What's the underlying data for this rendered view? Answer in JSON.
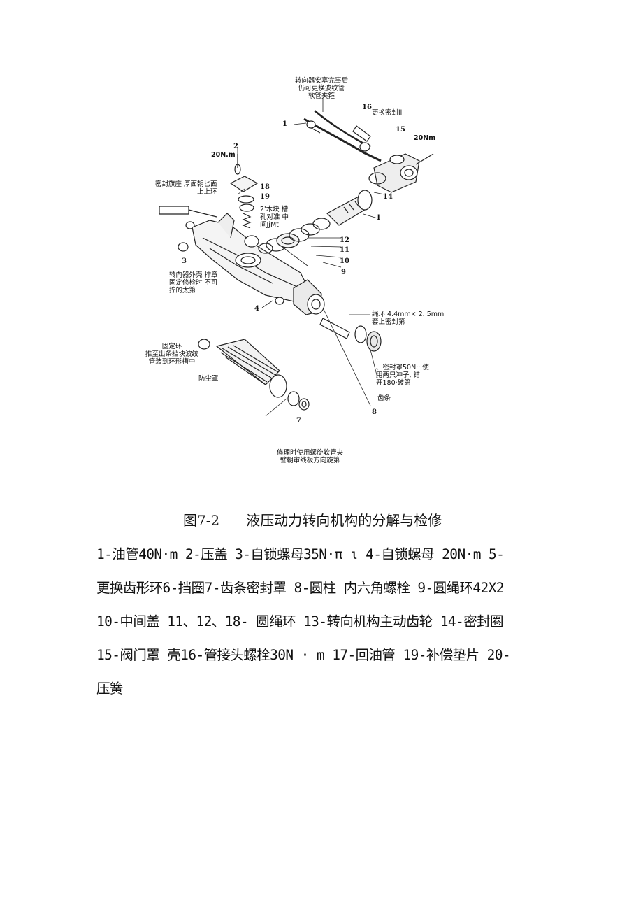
{
  "figure": {
    "annotations": {
      "top_note": [
        "转向器安塞完事后",
        "仍可更换波纹管",
        "软管夹箍"
      ],
      "replace_seal": "更换密封lli",
      "torque_20nm_right": "20Nm",
      "torque_20nm_left": "20N.m",
      "seal_seat": [
        "密封旗座 厚面朝匕面",
        "上上环"
      ],
      "wood_block": [
        "2'木块 槽",
        "孔对准 中",
        "间JjMt"
      ],
      "housing_note": [
        "转向器外壳 拧章",
        "固定修检时 不可",
        "拧的太第"
      ],
      "o_ring_note": [
        "绳环 4.4mm× 2. 5mm",
        "套上密封第"
      ],
      "retaining_ring_note": [
        "固定环",
        "推至出条挡块波绞",
        "管装到环形槽中"
      ],
      "dust_cover": "防尘罩",
      "seal_cover_note": [
        "、密封罩50N·· 使",
        "用两只冲子, 错",
        "开180·破第"
      ],
      "rack": "齿条",
      "bottom_note": [
        "修理时使用螺旋软管央",
        "譬朝审线板方向旋第"
      ]
    },
    "part_numbers": {
      "n1_top": "1",
      "n1_mid": "1",
      "n2": "2",
      "n3": "3",
      "n4": "4",
      "n7": "7",
      "n8": "8",
      "n9": "9",
      "n10": "10",
      "n11": "11",
      "n12": "12",
      "n14": "14",
      "n15": "15",
      "n16": "16",
      "n18": "18",
      "n19": "19"
    }
  },
  "caption": {
    "fig_no": "图7-2",
    "title": "液压动力转向机构的分解与检修"
  },
  "legend": [
    "1-油管40N·m 2-压盖 3-自锁螺母35N·π ι  4-自锁螺母 20N·m 5-",
    "更换齿形环6-挡圈7-齿条密封罩 8-圆柱 内六角螺栓 9-圆绳环42X2",
    "10-中间盖 11、12、18- 圆绳环 13-转向机构主动齿轮 14-密封圈",
    "15-阀门罩 壳16-管接头螺栓30N · m 17-回油管 19-补偿垫片 20-",
    "压簧"
  ]
}
